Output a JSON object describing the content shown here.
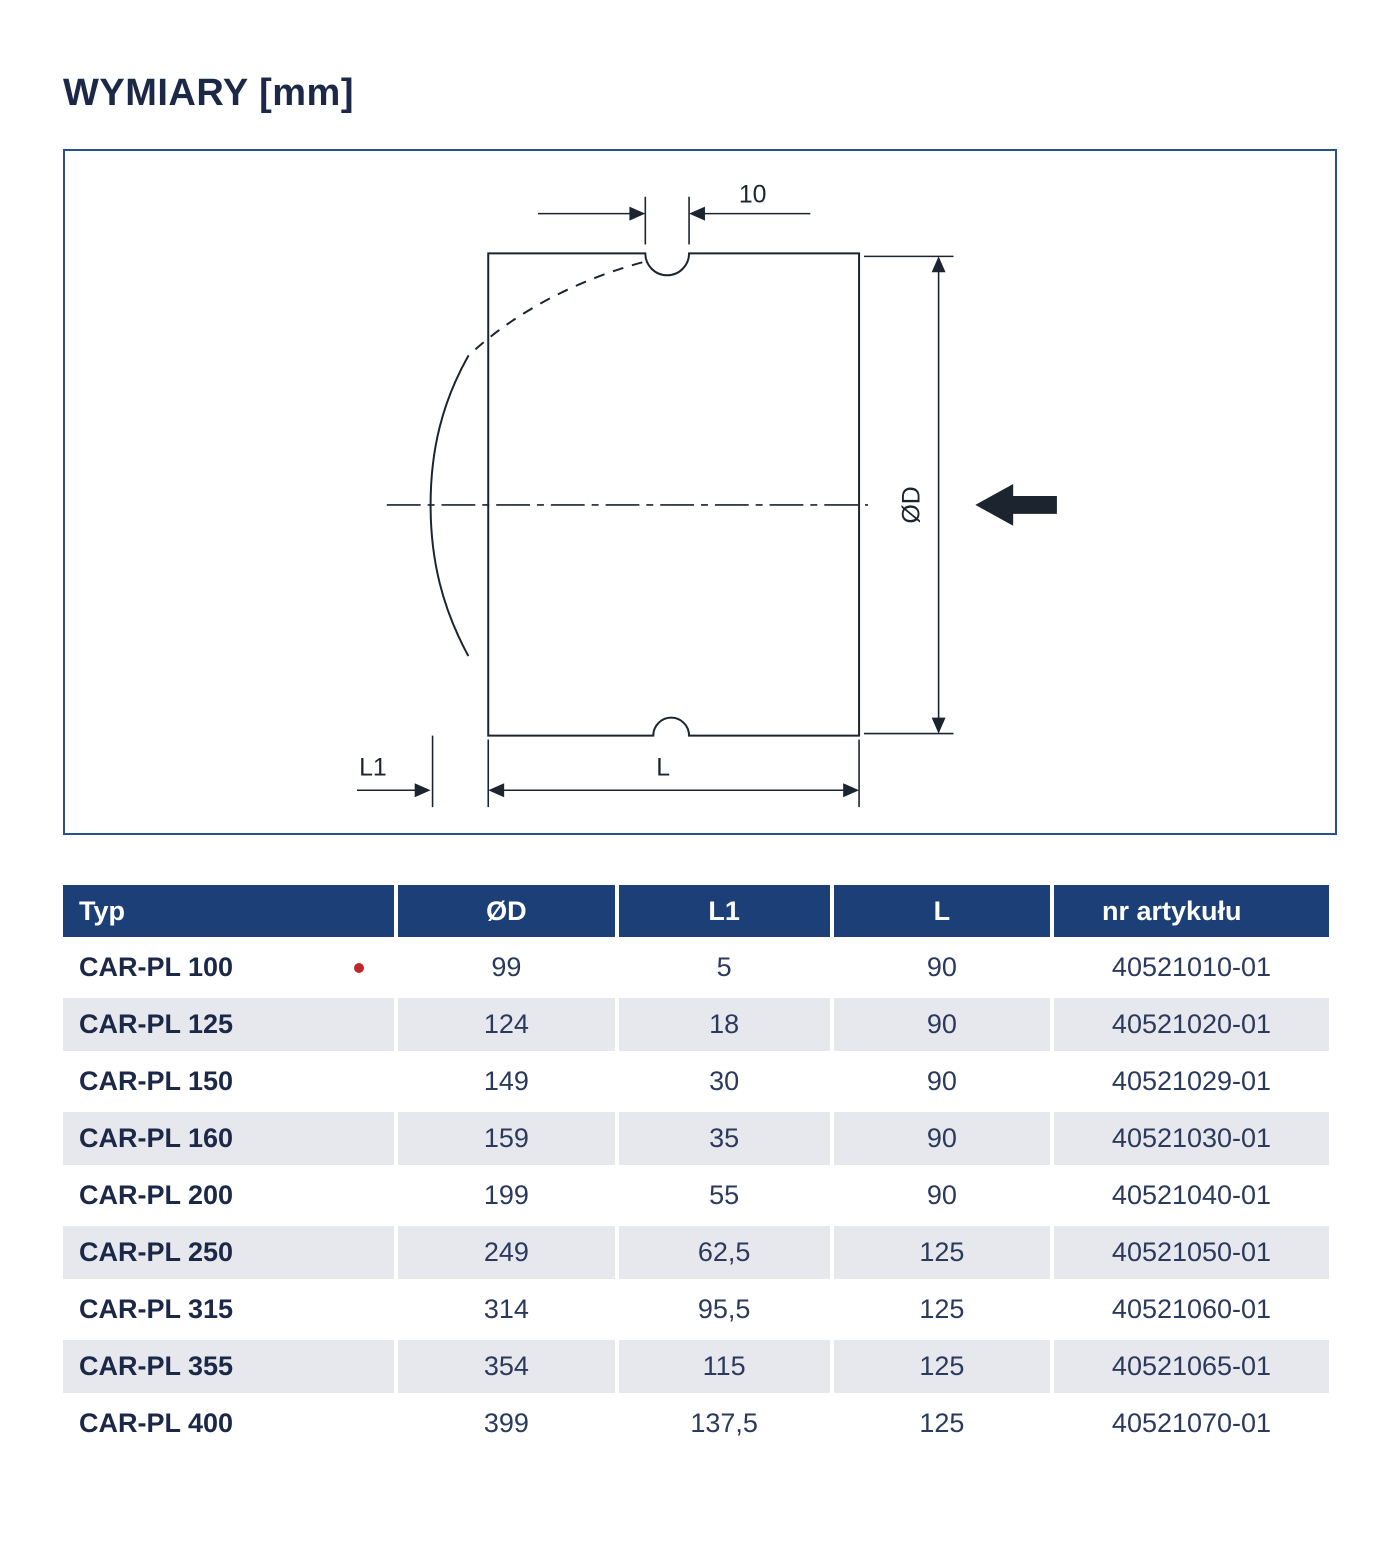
{
  "page": {
    "title": "WYMIARY [mm]"
  },
  "drawing": {
    "dims": {
      "groove": "10",
      "diameter": "ØD",
      "l1": "L1",
      "length": "L"
    }
  },
  "table": {
    "headers": [
      "Typ",
      "ØD",
      "L1",
      "L",
      "nr artykułu"
    ],
    "rows": [
      {
        "typ": "CAR-PL 100",
        "od": "99",
        "l1": "5",
        "l": "90",
        "nr": "40521010-01",
        "marked": true
      },
      {
        "typ": "CAR-PL 125",
        "od": "124",
        "l1": "18",
        "l": "90",
        "nr": "40521020-01",
        "marked": false
      },
      {
        "typ": "CAR-PL 150",
        "od": "149",
        "l1": "30",
        "l": "90",
        "nr": "40521029-01",
        "marked": false
      },
      {
        "typ": "CAR-PL 160",
        "od": "159",
        "l1": "35",
        "l": "90",
        "nr": "40521030-01",
        "marked": false
      },
      {
        "typ": "CAR-PL 200",
        "od": "199",
        "l1": "55",
        "l": "90",
        "nr": "40521040-01",
        "marked": false
      },
      {
        "typ": "CAR-PL 250",
        "od": "249",
        "l1": "62,5",
        "l": "125",
        "nr": "40521050-01",
        "marked": false
      },
      {
        "typ": "CAR-PL 315",
        "od": "314",
        "l1": "95,5",
        "l": "125",
        "nr": "40521060-01",
        "marked": false
      },
      {
        "typ": "CAR-PL 355",
        "od": "354",
        "l1": "115",
        "l": "125",
        "nr": "40521065-01",
        "marked": false
      },
      {
        "typ": "CAR-PL 400",
        "od": "399",
        "l1": "137,5",
        "l": "125",
        "nr": "40521070-01",
        "marked": false
      }
    ]
  },
  "colors": {
    "header_bg": "#1d3f77",
    "row_alt": "#e7e8ed",
    "text": "#22304f",
    "accent_red": "#c0272d",
    "box_border": "#2b4e8c",
    "line": "#1c2430"
  }
}
